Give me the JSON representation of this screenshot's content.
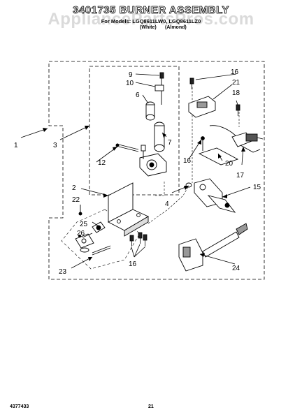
{
  "header": {
    "title": "3401735 BURNER ASSEMBLY",
    "watermark": "AppliancePartsPros.com",
    "subtitle": "For Models: LGQ8611LW0, LGQ8611LZ0",
    "variant_a": "(White)",
    "variant_b": "(Almond)"
  },
  "callouts": {
    "c1": "1",
    "c2": "2",
    "c3": "3",
    "c4": "4",
    "c6": "6",
    "c7": "7",
    "c9": "9",
    "c10": "10",
    "c12": "12",
    "c15": "15",
    "c16a": "16",
    "c16b": "16",
    "c16c": "16",
    "c17": "17",
    "c18": "18",
    "c20": "20",
    "c21": "21",
    "c22": "22",
    "c23": "23",
    "c24": "24",
    "c25": "25",
    "c26": "26"
  },
  "footer": {
    "doc_number": "4377433",
    "page_number": "21"
  }
}
